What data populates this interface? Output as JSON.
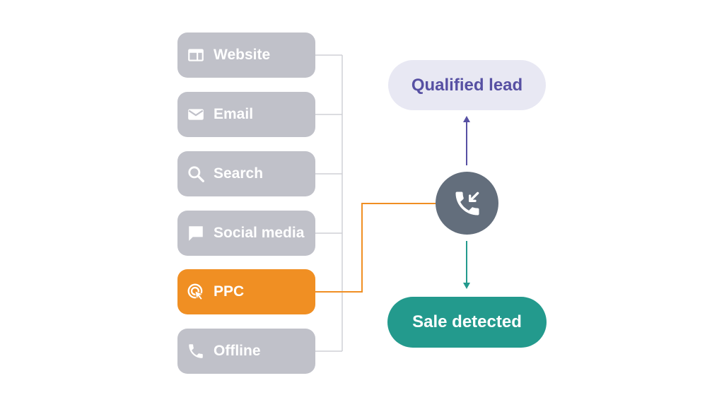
{
  "sources": [
    {
      "key": "website",
      "label": "Website",
      "icon": "browser-window-icon",
      "active": false
    },
    {
      "key": "email",
      "label": "Email",
      "icon": "envelope-icon",
      "active": false
    },
    {
      "key": "search",
      "label": "Search",
      "icon": "magnifier-icon",
      "active": false
    },
    {
      "key": "social-media",
      "label": "Social media",
      "icon": "chat-bubble-icon",
      "active": false
    },
    {
      "key": "ppc",
      "label": "PPC",
      "icon": "click-target-icon",
      "active": true
    },
    {
      "key": "offline",
      "label": "Offline",
      "icon": "phone-icon",
      "active": false
    }
  ],
  "call_node": {
    "icon": "incoming-call-icon"
  },
  "outcomes": {
    "qualified": "Qualified lead",
    "sale": "Sale detected"
  },
  "colors": {
    "source_inactive": "#c0c1c9",
    "source_active": "#f08f23",
    "connector_gray": "#cfd0d6",
    "connector_active": "#f08f23",
    "call_node": "#636e7c",
    "qualified_bg": "#e8e8f3",
    "qualified_text": "#5750a3",
    "qualified_arrow": "#5750a3",
    "sale_bg": "#239a8d",
    "sale_arrow": "#239a8d"
  }
}
